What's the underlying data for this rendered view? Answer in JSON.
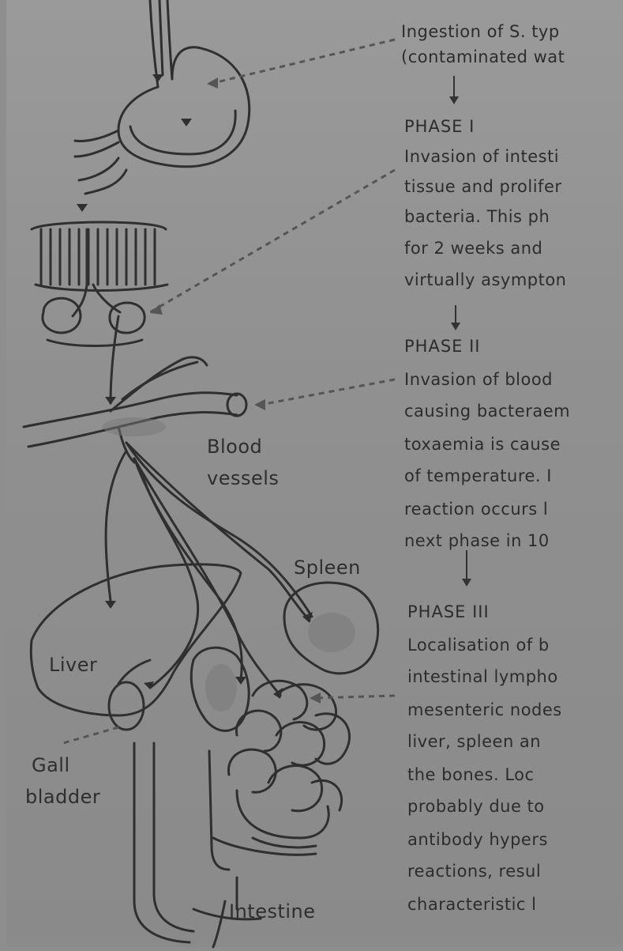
{
  "labels": {
    "blood": "Blood",
    "vessels": "vessels",
    "spleen": "Spleen",
    "liver": "Liver",
    "gall": "Gall",
    "bladder": "bladder",
    "intestine": "Intestine"
  },
  "steps": {
    "ingestion": [
      "Ingestion of S. typ",
      "(contaminated wat"
    ],
    "phase1": {
      "title": "PHASE I",
      "lines": [
        "Invasion of intesti",
        "tissue and prolifer",
        "bacteria. This ph",
        "for 2 weeks and",
        "virtually asympton"
      ]
    },
    "phase2": {
      "title": "PHASE II",
      "lines": [
        "Invasion of blood",
        "causing bacteraem",
        "toxaemia is cause",
        "of temperature. I",
        "reaction occurs l",
        "next phase in 10"
      ]
    },
    "phase3": {
      "title": "PHASE III",
      "lines": [
        "Localisation of b",
        "intestinal lympho",
        "mesenteric nodes",
        "liver, spleen an",
        "the bones. Loc",
        "probably due to",
        "antibody hypers",
        "reactions, resul",
        "characteristic l"
      ]
    }
  },
  "colors": {
    "paper": "#9a9a9a",
    "ink": "#2c2c2c",
    "dashed_pointer": "#5a5a5a"
  }
}
